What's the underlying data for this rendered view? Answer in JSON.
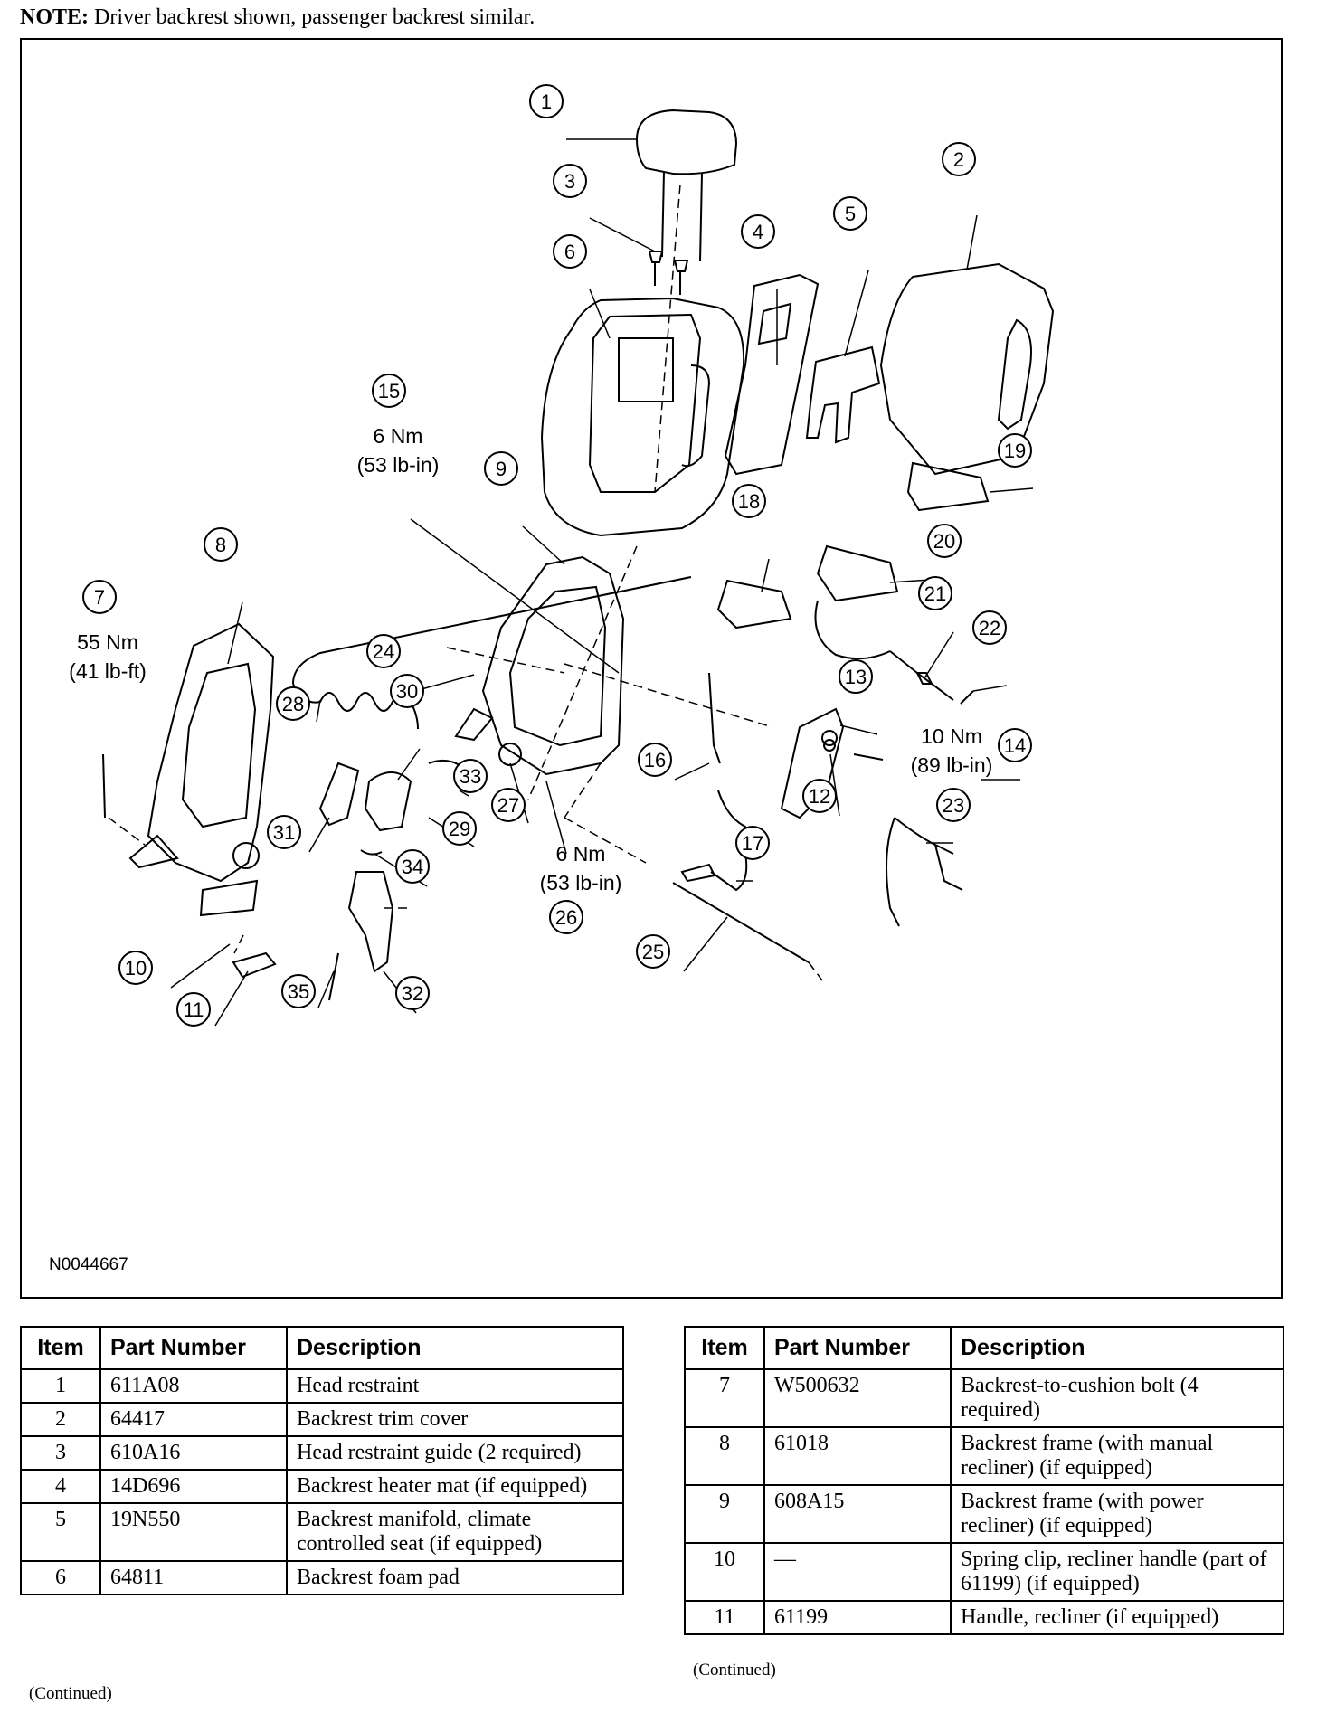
{
  "note": {
    "label": "NOTE:",
    "text": "Driver backrest shown, passenger backrest similar."
  },
  "figure": {
    "id": "N0044667",
    "torques": {
      "t7": [
        "55 Nm",
        "(41 lb-ft)"
      ],
      "t15": [
        "6 Nm",
        "(53 lb-in)"
      ],
      "t26": [
        "6 Nm",
        "(53 lb-in)"
      ],
      "t14": [
        "10 Nm",
        "(89 lb-in)"
      ]
    },
    "callouts": [
      "1",
      "2",
      "3",
      "4",
      "5",
      "6",
      "7",
      "8",
      "9",
      "10",
      "11",
      "12",
      "13",
      "14",
      "15",
      "16",
      "17",
      "18",
      "19",
      "20",
      "21",
      "22",
      "23",
      "24",
      "25",
      "26",
      "27",
      "28",
      "29",
      "30",
      "31",
      "32",
      "33",
      "34",
      "35"
    ]
  },
  "table_left": {
    "headers": [
      "Item",
      "Part Number",
      "Description"
    ],
    "rows": [
      [
        "1",
        "611A08",
        "Head restraint"
      ],
      [
        "2",
        "64417",
        "Backrest trim cover"
      ],
      [
        "3",
        "610A16",
        "Head restraint guide (2 required)"
      ],
      [
        "4",
        "14D696",
        "Backrest heater mat (if equipped)"
      ],
      [
        "5",
        "19N550",
        "Backrest manifold, climate controlled seat (if equipped)"
      ],
      [
        "6",
        "64811",
        "Backrest foam pad"
      ]
    ],
    "continued": "(Continued)"
  },
  "table_right": {
    "headers": [
      "Item",
      "Part Number",
      "Description"
    ],
    "rows": [
      [
        "7",
        "W500632",
        "Backrest-to-cushion bolt (4 required)"
      ],
      [
        "8",
        "61018",
        "Backrest frame (with manual recliner) (if equipped)"
      ],
      [
        "9",
        "608A15",
        "Backrest frame (with power recliner) (if equipped)"
      ],
      [
        "10",
        "—",
        "Spring clip, recliner handle (part of 61199) (if equipped)"
      ],
      [
        "11",
        "61199",
        "Handle, recliner (if equipped)"
      ]
    ],
    "continued": "(Continued)"
  }
}
